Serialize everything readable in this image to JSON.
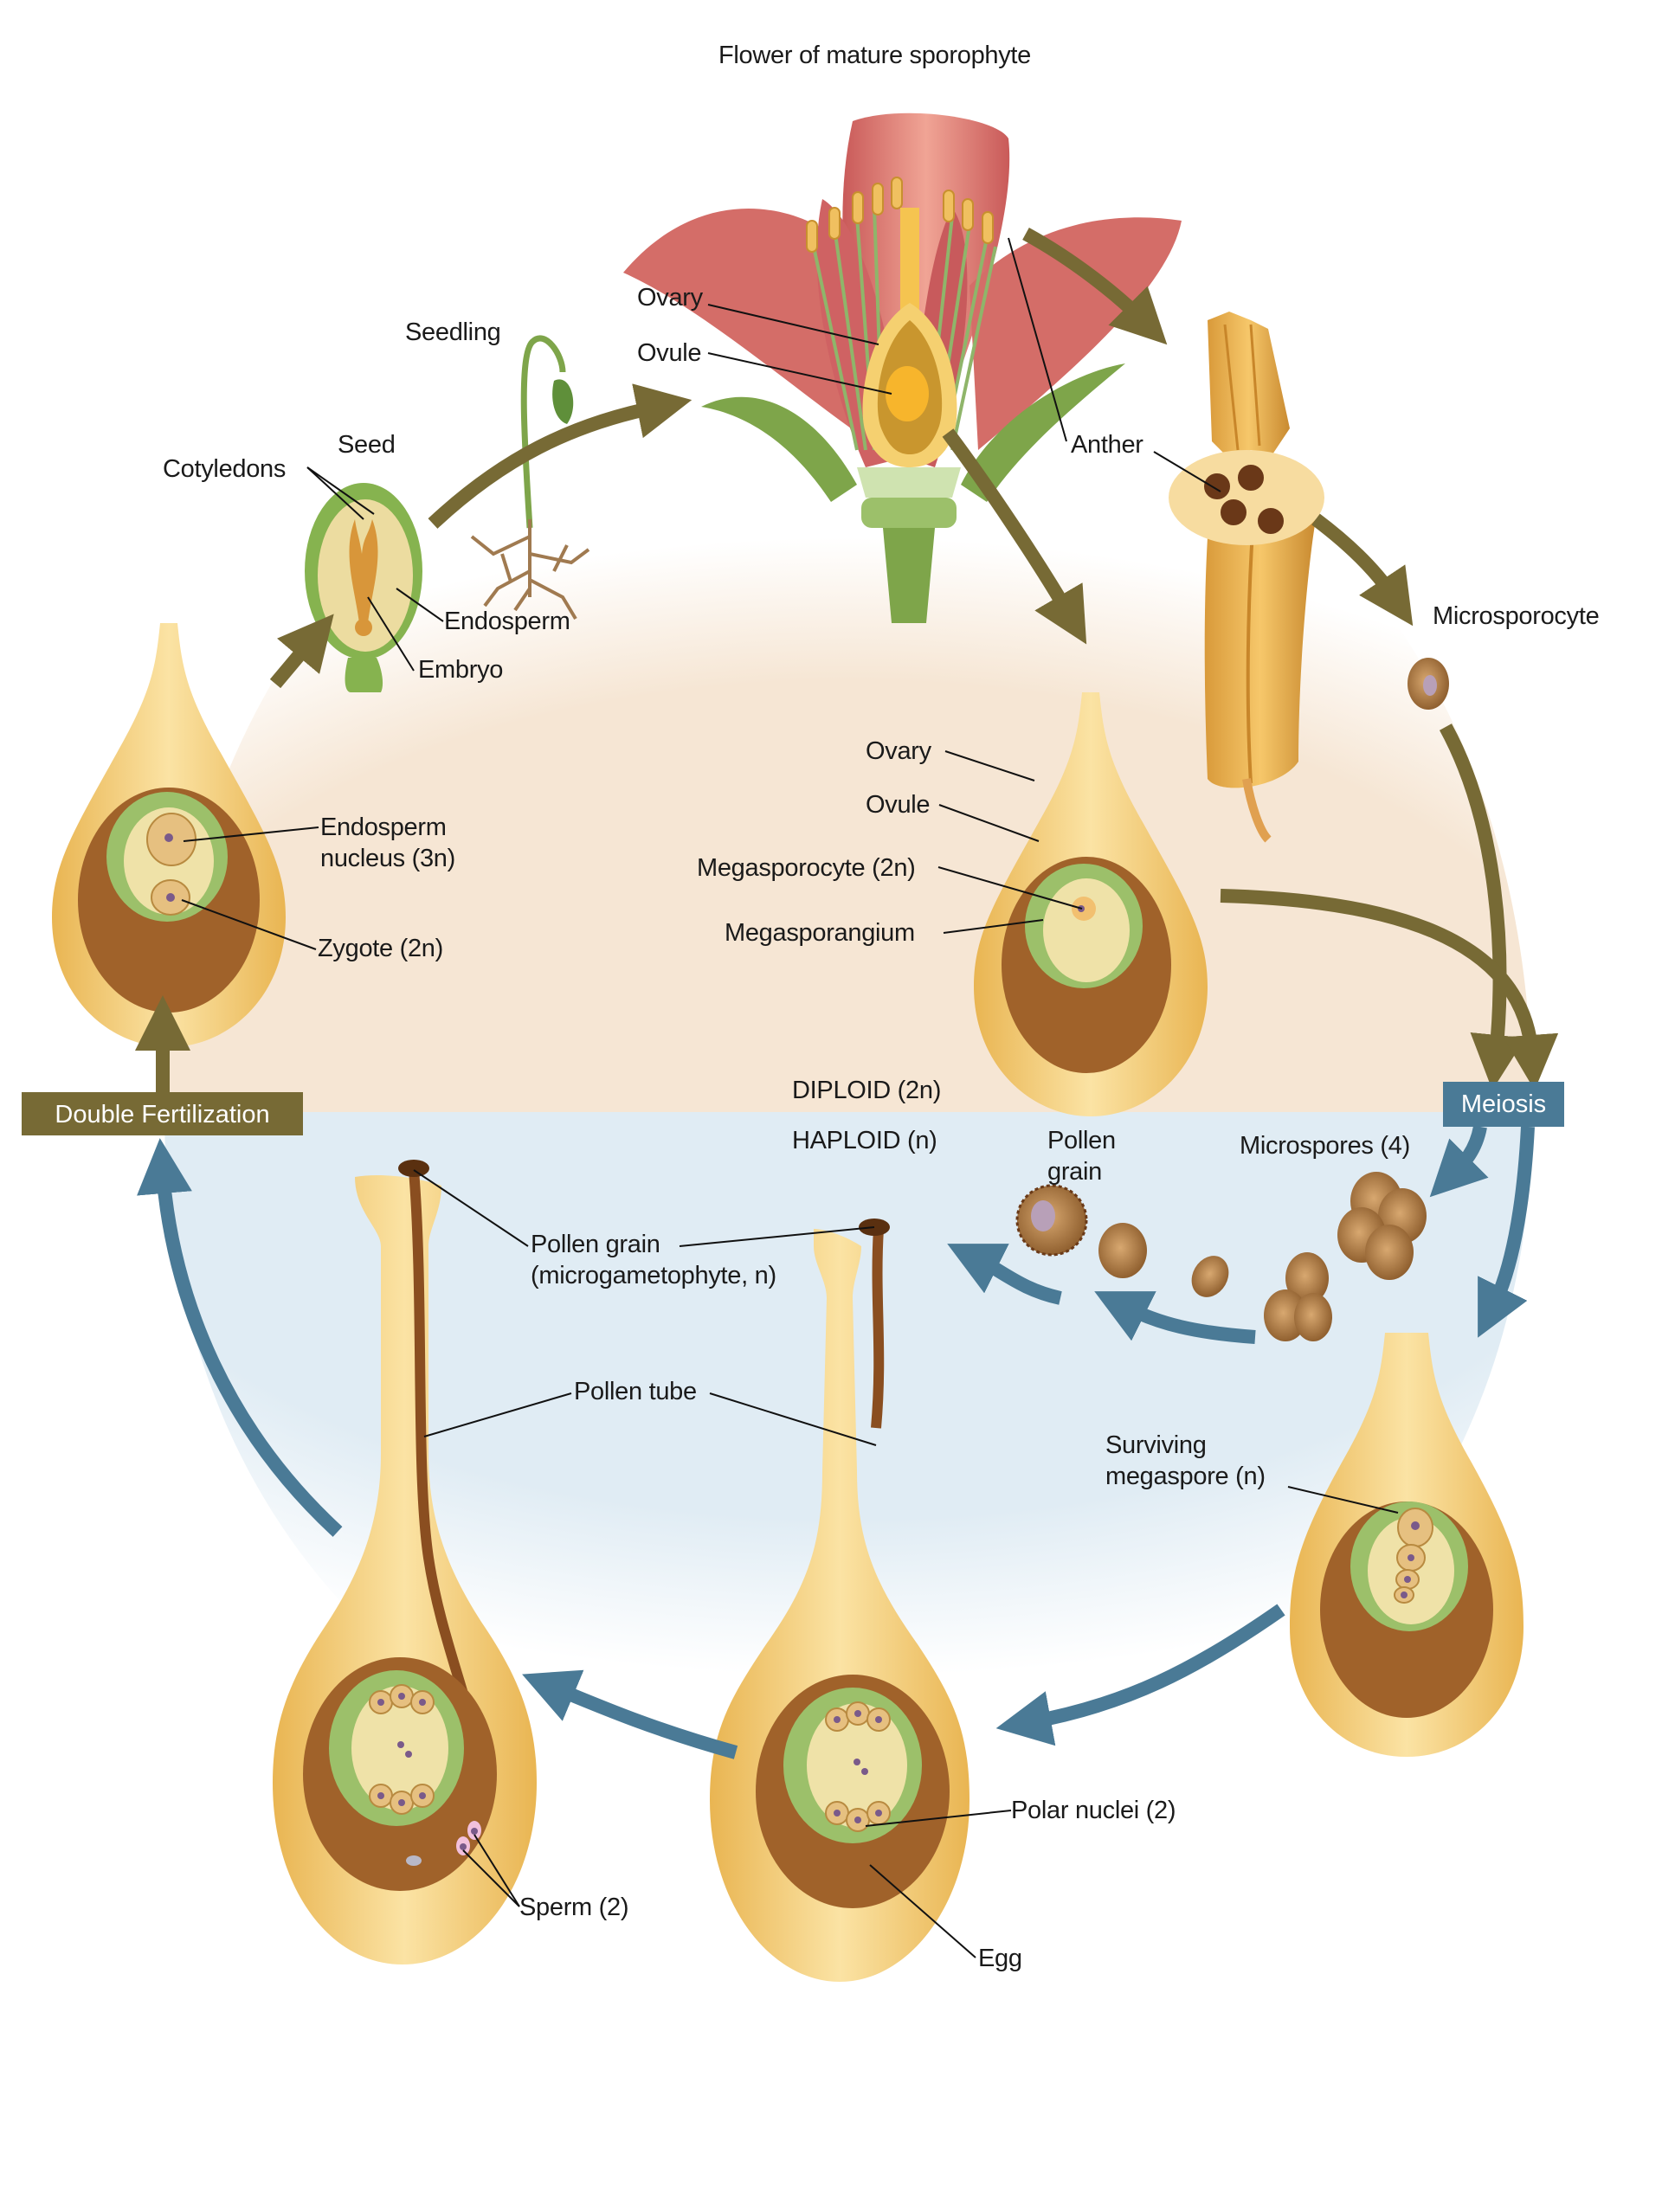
{
  "diagram": {
    "title": "Flower of mature sporophyte",
    "zones": {
      "diploid": "DIPLOID (2n)",
      "haploid": "HAPLOID (n)"
    },
    "process_boxes": {
      "double_fertilization": "Double Fertilization",
      "meiosis": "Meiosis"
    },
    "colors": {
      "diploid_zone": "#f6e6d4",
      "haploid_zone": "#e0ecf4",
      "diploid_arrow": "#776a35",
      "haploid_arrow": "#4a7a96",
      "petal": "#d9736c",
      "ovary_yellow": "#f2c86a",
      "ovule_brown": "#a0622a",
      "integument_green": "#9cc06a"
    },
    "flower_labels": {
      "ovary": "Ovary",
      "ovule": "Ovule",
      "anther": "Anther"
    },
    "seed_labels": {
      "seedling": "Seedling",
      "seed": "Seed",
      "cotyledons": "Cotyledons",
      "endosperm": "Endosperm",
      "embryo": "Embryo"
    },
    "microsporocyte": "Microsporocyte",
    "ovule_stage_labels": {
      "ovary": "Ovary",
      "ovule": "Ovule",
      "megasporocyte": "Megasporocyte (2n)",
      "megasporangium": "Megasporangium"
    },
    "fertilized_labels": {
      "endosperm_nucleus": "Endosperm\nnucleus (3n)",
      "zygote": "Zygote (2n)"
    },
    "haploid_labels": {
      "pollen_grain_small": "Pollen\ngrain",
      "microspores": "Microspores (4)",
      "pollen_grain_long": "Pollen grain\n(microgametophyte, n)",
      "pollen_tube": "Pollen tube",
      "surviving_megaspore": "Surviving\nmegaspore (n)",
      "polar_nuclei": "Polar nuclei (2)",
      "egg": "Egg",
      "sperm": "Sperm (2)"
    }
  }
}
